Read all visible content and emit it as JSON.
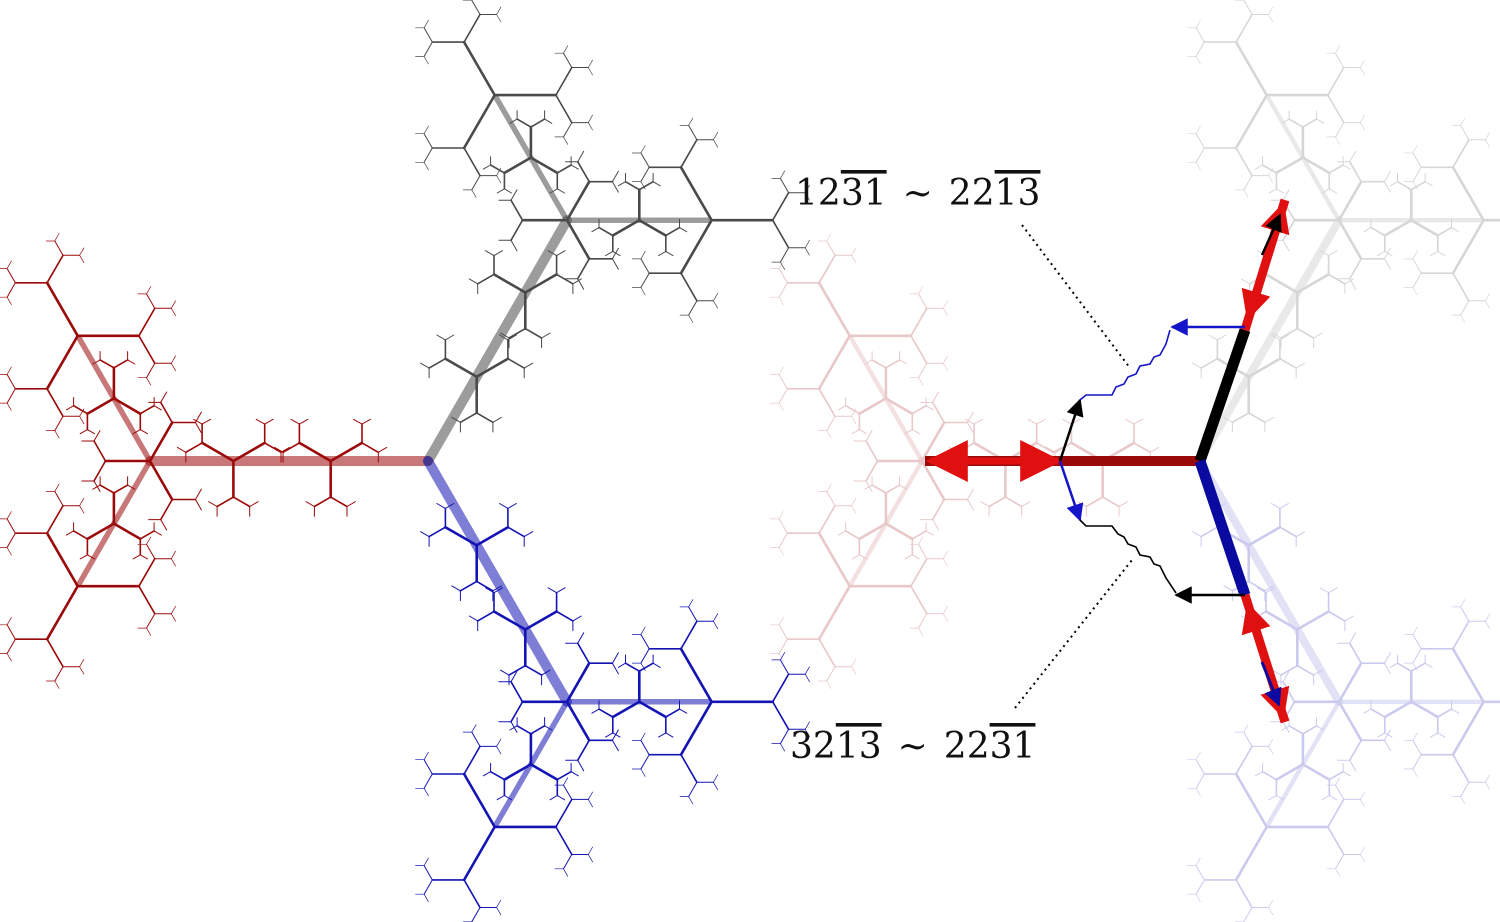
{
  "labels": {
    "top": {
      "prefix_a": "12",
      "over_a": "31",
      "relation": "∼",
      "prefix_b": "22",
      "over_b": "13"
    },
    "bottom": {
      "prefix_a": "32",
      "over_a": "13",
      "relation": "∼",
      "prefix_b": "22",
      "over_b": "31"
    }
  },
  "colors": {
    "red": "#9b0a0a",
    "blue": "#1414b4",
    "gray": "#4a4a4a",
    "bright_red": "#e01010",
    "dark_blue": "#0a0aa0",
    "black": "#000000",
    "link_blue": "#8080e0"
  },
  "panels": [
    {
      "name": "left-fractal-tree",
      "style": "full-color"
    },
    {
      "name": "right-fractal-tree",
      "style": "faded-with-highlighted-edges"
    }
  ]
}
